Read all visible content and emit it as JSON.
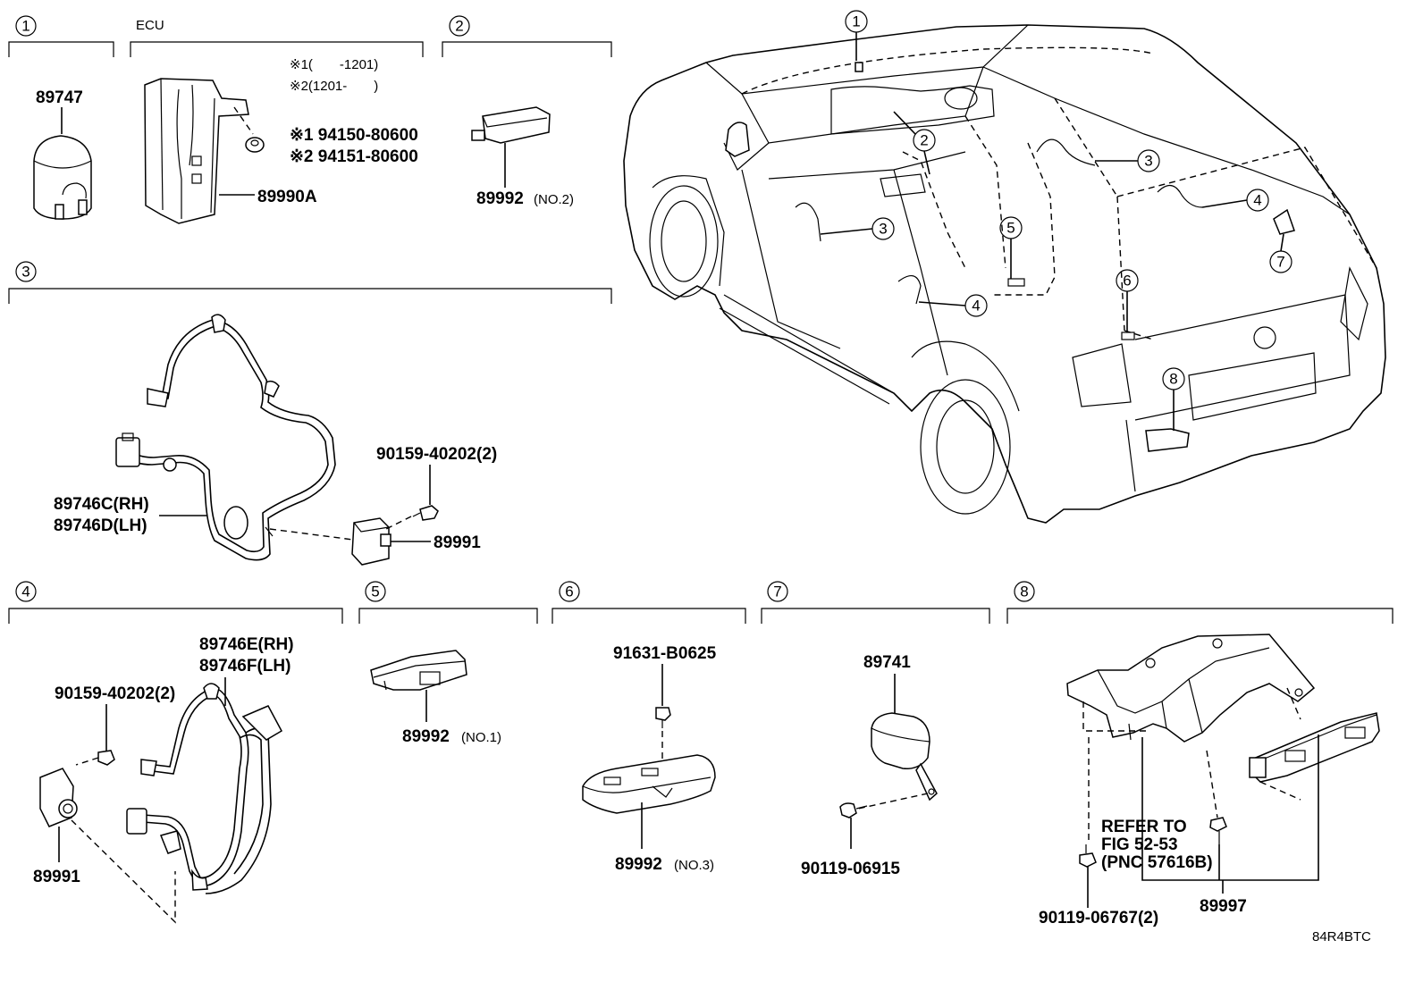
{
  "title_code": "84R4BTC",
  "sections": {
    "s1": {
      "num": "1",
      "part": "89747"
    },
    "ecu": {
      "label": "ECU",
      "note1": "※1(　　-1201)",
      "note2": "※2(1201-　　)",
      "bolt1": "※1 94150-80600",
      "bolt2": "※2 94151-80600",
      "part": "89990A"
    },
    "s2": {
      "num": "2",
      "part": "89992",
      "suffix": "(NO.2)"
    },
    "s3": {
      "num": "3",
      "part_rh": "89746C(RH)",
      "part_lh": "89746D(LH)",
      "screw": "90159-40202(2)",
      "sensor": "89991"
    },
    "s4": {
      "num": "4",
      "part_rh": "89746E(RH)",
      "part_lh": "89746F(LH)",
      "screw": "90159-40202(2)",
      "sensor": "89991"
    },
    "s5": {
      "num": "5",
      "part": "89992",
      "suffix": "(NO.1)"
    },
    "s6": {
      "num": "6",
      "screw": "91631-B0625",
      "part": "89992",
      "suffix": "(NO.3)"
    },
    "s7": {
      "num": "7",
      "part": "89741",
      "screw": "90119-06915"
    },
    "s8": {
      "num": "8",
      "refer1": "REFER TO",
      "refer2": "FIG 52-53",
      "refer3": "(PNC 57616B)",
      "screw": "90119-06767(2)",
      "part": "89997"
    }
  },
  "vehicle_callouts": [
    "1",
    "2",
    "3",
    "3",
    "4",
    "4",
    "5",
    "6",
    "7",
    "8"
  ]
}
